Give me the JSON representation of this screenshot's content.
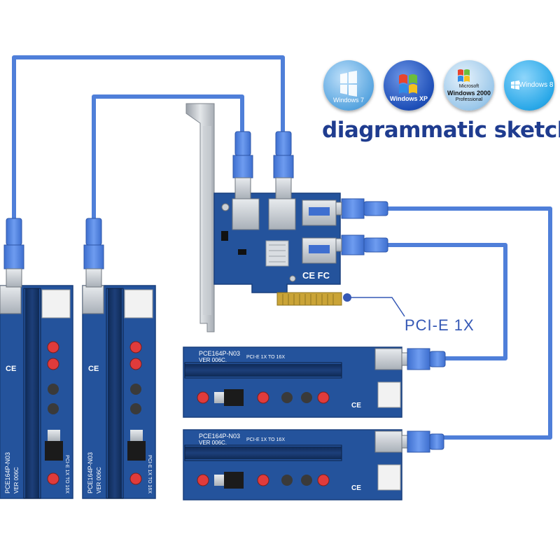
{
  "os_badges": [
    {
      "label": "Windows 7",
      "icon": "windows-7-logo-icon",
      "color": "#5aa6e0"
    },
    {
      "label": "Windows XP",
      "icon": "windows-xp-logo-icon",
      "color": "#1e4fb8"
    },
    {
      "label": "Windows 2000",
      "icon": "windows-2000-logo-icon",
      "color": "#9cc8ea"
    },
    {
      "label": "Windows 8",
      "icon": "windows-8-logo-icon",
      "color": "#2aa8e8"
    }
  ],
  "windows2000_lines": [
    "Microsoft",
    "Windows 2000",
    "Professional"
  ],
  "headline": "diagrammatic sketch",
  "pcie_label": "PCI-E 1X",
  "riser_boards": [
    {
      "model": "PCE164P-N03",
      "version": "VER 006C",
      "slot_text": "PCI-E 1X TO 16X"
    },
    {
      "model": "PCE164P-N03",
      "version": "VER 006C",
      "slot_text": "PCI-E 1X TO 16X"
    },
    {
      "model": "PCE164P-N03",
      "version": "VER 006C.",
      "slot_text": "PCI-E 1X TO 16X"
    },
    {
      "model": "PCE164P-N03",
      "version": "VER 006C.",
      "slot_text": "PCI-E 1X TO 16X"
    }
  ],
  "colors": {
    "cable": "#4f7fd9",
    "cable_dark": "#3561bd",
    "board": "#24539c",
    "board_dark": "#183f7d",
    "headline": "#1f3c8f"
  }
}
